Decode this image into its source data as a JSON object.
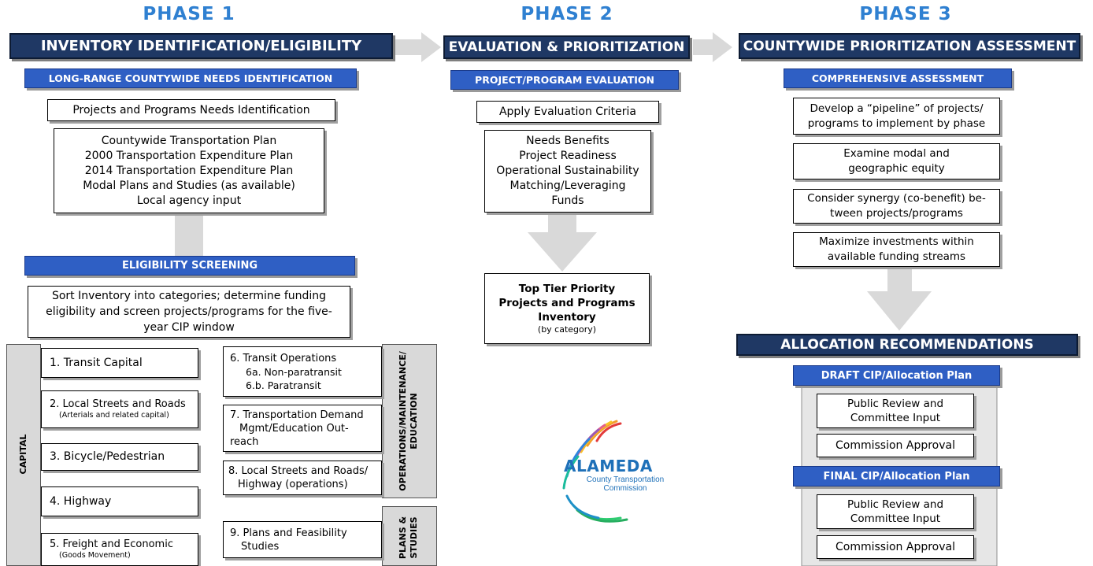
{
  "phases": [
    {
      "label": "PHASE 1",
      "title": "INVENTORY IDENTIFICATION/ELIGIBILITY"
    },
    {
      "label": "PHASE 2",
      "title": "EVALUATION & PRIORITIZATION"
    },
    {
      "label": "PHASE 3",
      "title": "COUNTYWIDE PRIORITIZATION ASSESSMENT"
    }
  ],
  "p1": {
    "needs_header": "LONG-RANGE COUNTYWIDE NEEDS IDENTIFICATION",
    "needs_box": "Projects and Programs Needs Identification",
    "sources": [
      "Countywide Transportation Plan",
      "2000 Transportation Expenditure Plan",
      "2014 Transportation Expenditure Plan",
      "Modal Plans and Studies (as available)",
      "Local agency input"
    ],
    "eligibility_header": "ELIGIBILITY SCREENING",
    "sort_box": [
      "Sort Inventory into categories; determine funding",
      "eligibility and screen projects/programs for the five-",
      "year CIP window"
    ],
    "capital_label": "CAPITAL",
    "ops_label": [
      "OPERATIONS/MAINTENANCE/",
      "EDUCATION"
    ],
    "plans_label": [
      "PLANS &",
      "STUDIES"
    ],
    "cat1": "1. Transit Capital",
    "cat2": "2. Local Streets and Roads",
    "cat2_sub": "(Arterials and related capital)",
    "cat3": "3.  Bicycle/Pedestrian",
    "cat4": "4. Highway",
    "cat5": "5. Freight and Economic",
    "cat5_sub": "(Goods Movement)",
    "cat6": "6.     Transit Operations",
    "cat6a": "6a.  Non-paratransit",
    "cat6b": "6.b.  Paratransit",
    "cat7": [
      "7.  Transportation Demand",
      "Mgmt/Education Out-",
      "reach"
    ],
    "cat8": [
      "8. Local Streets and Roads/",
      "Highway (operations)"
    ],
    "cat9": [
      "9. Plans and Feasibility",
      "Studies"
    ]
  },
  "p2": {
    "eval_header": "PROJECT/PROGRAM EVALUATION",
    "criteria_box": "Apply Evaluation Criteria",
    "criteria": [
      "Needs Benefits",
      "Project Readiness",
      "Operational Sustainability",
      "Matching/Leveraging",
      "Funds"
    ],
    "top_tier": [
      "Top Tier Priority",
      "Projects and Programs",
      "Inventory"
    ],
    "top_tier_sub": "(by category)"
  },
  "logo": {
    "name": "ALAMEDA",
    "sub1": "County Transportation",
    "sub2": "Commission"
  },
  "p3": {
    "assess_header": "COMPREHENSIVE ASSESSMENT",
    "items": [
      [
        "Develop a “pipeline” of projects/",
        "programs to implement by phase"
      ],
      [
        "Examine modal and",
        "geographic equity"
      ],
      [
        "Consider synergy (co-benefit) be-",
        "tween projects/programs"
      ],
      [
        "Maximize investments within",
        "available funding streams"
      ]
    ],
    "alloc_header": "ALLOCATION RECOMMENDATIONS",
    "draft_header": "DRAFT CIP/Allocation Plan",
    "final_header": "FINAL CIP/Allocation Plan",
    "public_review": [
      "Public Review and",
      "Committee Input"
    ],
    "commission": "Commission Approval"
  },
  "colors": {
    "phase_label": "#2f80d1",
    "header_dark": "#1f3864",
    "header_blue": "#2f5fc4",
    "arrow_grey": "#d9d9d9"
  }
}
